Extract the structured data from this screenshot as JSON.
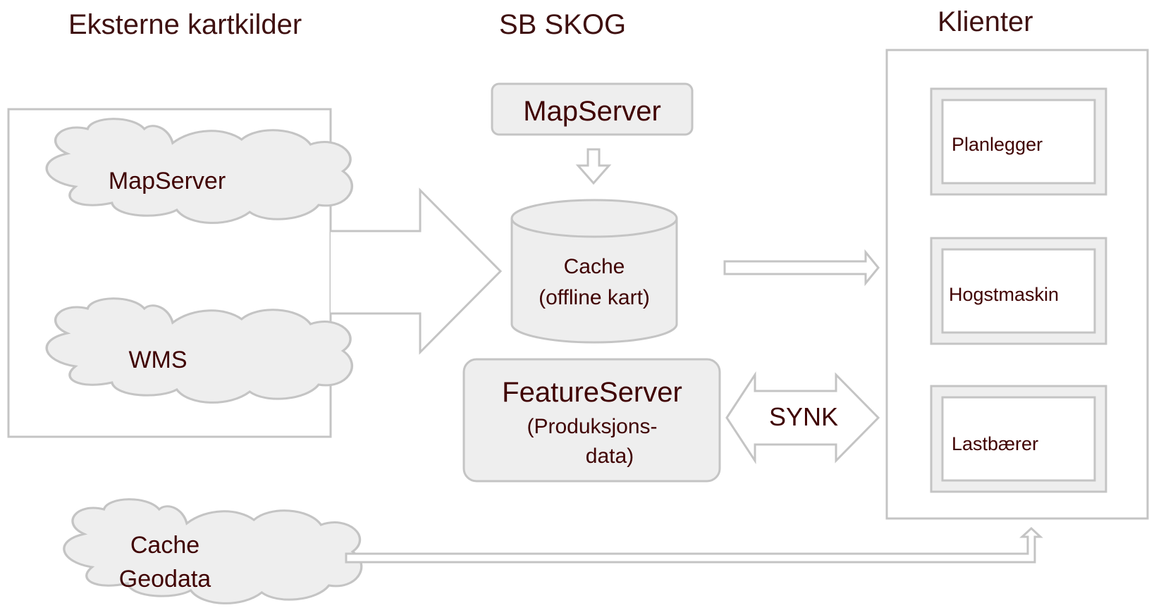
{
  "headers": {
    "external": "Eksterne kartkilder",
    "sbskog": "SB SKOG",
    "clients": "Klienter"
  },
  "external_sources": {
    "mapserver": "MapServer",
    "wms": "WMS",
    "cache_line1": "Cache",
    "cache_line2": "Geodata"
  },
  "sbskog": {
    "mapserver": "MapServer",
    "cache_line1": "Cache",
    "cache_line2": "(offline kart)",
    "featureserver_title": "FeatureServer",
    "featureserver_line1": "(Produksjons-",
    "featureserver_line2": "data)",
    "sync": "SYNK"
  },
  "clients": {
    "items": [
      "Planlegger",
      "Hogstmaskin",
      "Lastbærer"
    ]
  },
  "colors": {
    "outline": "#c4c4c4",
    "fill": "#eeeeee",
    "text": "#3f0000"
  },
  "icons": {
    "mapserver": "cloud-icon",
    "wms": "cloud-icon",
    "cache_geodata": "cloud-icon",
    "cache": "cylinder-database-icon"
  }
}
